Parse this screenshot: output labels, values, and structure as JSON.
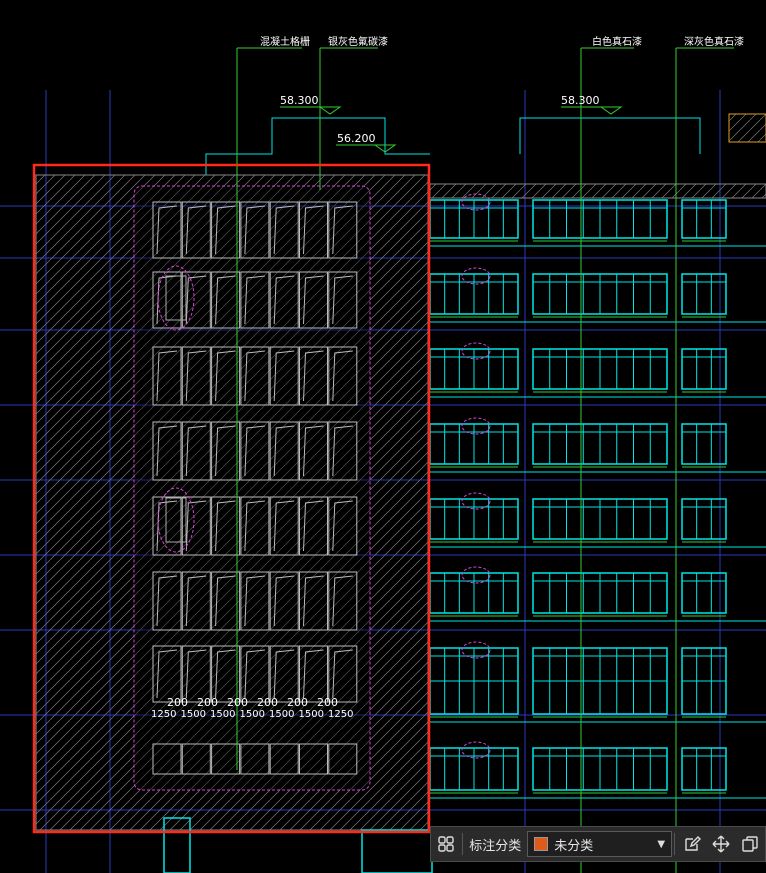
{
  "annotations": {
    "labels": [
      {
        "id": "concrete",
        "text": "混凝土格栅"
      },
      {
        "id": "silver",
        "text": "银灰色氟碳漆"
      },
      {
        "id": "white",
        "text": "白色真石漆"
      },
      {
        "id": "dark",
        "text": "深灰色真石漆"
      }
    ],
    "elevations": [
      "58.300",
      "56.200",
      "58.300"
    ],
    "dims_top": [
      "200",
      "200",
      "200",
      "200",
      "200",
      "200"
    ],
    "dims_bottom": [
      "1250",
      "1500",
      "1500",
      "1500",
      "1500",
      "1500",
      "1250"
    ]
  },
  "selection": {
    "color": "#ff2a1a"
  },
  "colors": {
    "window": "#00ffff",
    "leader": "#33cc33",
    "cloud": "#e040e0",
    "grid": "#3344cc",
    "hatch": "#8a8a8a",
    "accent": "#e05a1a"
  },
  "toolbar": {
    "grid_icon": "grid-icon",
    "category_label": "标注分类",
    "category_value": "未分类",
    "category_color": "#e05a1a",
    "edit_icon": "edit-icon",
    "move_icon": "move-icon",
    "copy_icon": "copy-icon"
  }
}
